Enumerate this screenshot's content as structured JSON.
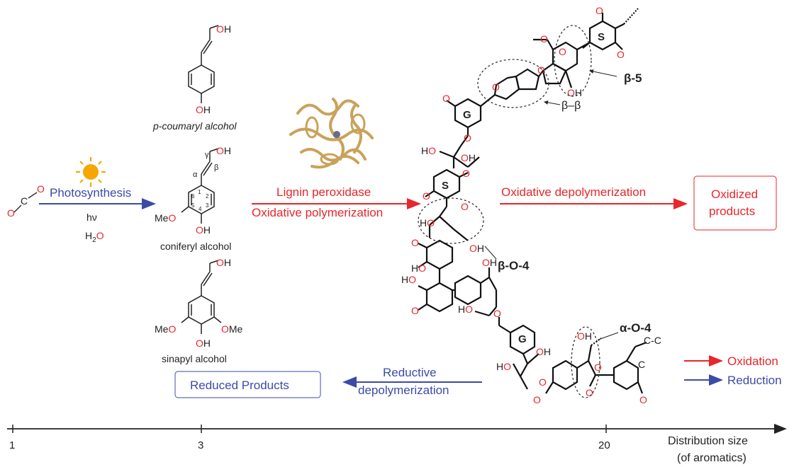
{
  "colors": {
    "red": "#e8262b",
    "blue": "#3b4ba8",
    "black": "#222222",
    "sun": "#f7a600",
    "protein": "#c9a25a"
  },
  "icons": [
    "sun-icon",
    "protein-structure-icon"
  ],
  "co2": {
    "o_left": "O",
    "c": "C",
    "o_right": "O"
  },
  "photosynthesis": {
    "label": "Photosynthesis",
    "light": "hν",
    "water_h": "H",
    "water_sub": "2",
    "water_o": "O"
  },
  "monomers": {
    "p_coumaryl": {
      "name": "p-coumaryl alcohol",
      "oh_top": "OH",
      "oh_bottom": "OH"
    },
    "coniferyl": {
      "name": "coniferyl alcohol",
      "oh_top": "OH",
      "oh_bottom": "OH",
      "meo": "MeO",
      "gamma": "γ",
      "beta": "β",
      "alpha": "α",
      "ring_numbers": [
        "1",
        "2",
        "3",
        "4",
        "5",
        "6"
      ]
    },
    "sinapyl": {
      "name": "sinapyl alcohol",
      "oh_top": "OH",
      "oh_bottom": "OH",
      "meo": "MeO",
      "ome": "OMe"
    }
  },
  "enzyme": {
    "label": "Lignin peroxidase"
  },
  "polymerization": {
    "label": "Oxidative polymerization"
  },
  "oxidative_depoly": {
    "label": "Oxidative depolymerization"
  },
  "oxidized_products": {
    "line1": "Oxidized",
    "line2": "products"
  },
  "reductive_depoly": {
    "line1": "Reductive",
    "line2": "depolymerization"
  },
  "reduced_products": {
    "label": "Reduced Products"
  },
  "linkages": {
    "b5": "β-5",
    "bb": "β–β",
    "bo4": "β-O-4",
    "ao4": "α-O-4"
  },
  "units": {
    "g": "G",
    "s": "S"
  },
  "polymer_labels": {
    "oh": "OH",
    "ho": "HO",
    "o": "O",
    "cc": "C-C",
    "c": "C"
  },
  "legend": {
    "oxidation": "Oxidation",
    "reduction": "Reduction"
  },
  "axis": {
    "ticks": [
      "1",
      "3",
      "20"
    ],
    "label_line1": "Distribution size",
    "label_line2": "(of aromatics)"
  }
}
